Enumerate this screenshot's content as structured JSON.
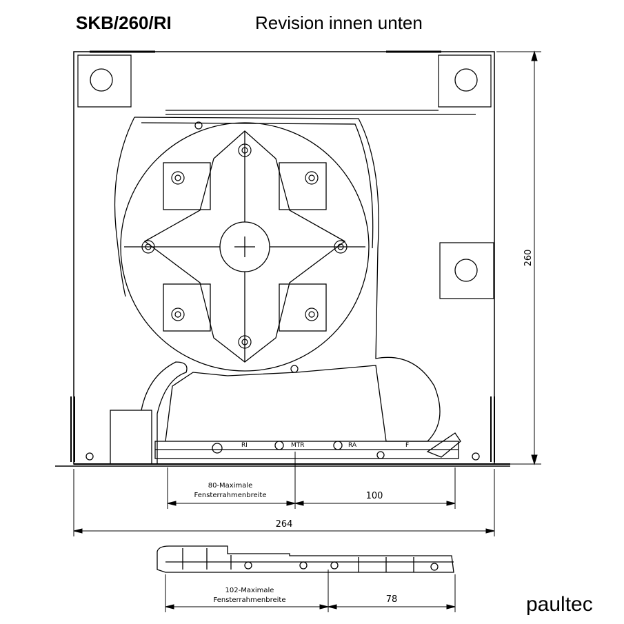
{
  "header": {
    "model": "SKB/260/RI",
    "description": "Revision innen unten"
  },
  "brand": "paultec",
  "dimensions": {
    "height": "260",
    "width": "264",
    "frame_label_line1": "80-Maximale",
    "frame_label_line2": "Fensterrahmenbreite",
    "offset": "100",
    "frame2_label_line1": "102-Maximale",
    "frame2_label_line2": "Fensterrahmenbreite",
    "offset2": "78"
  },
  "part_labels": {
    "ri": "RI",
    "mtr": "MTR",
    "ra": "RA",
    "f": "F"
  }
}
